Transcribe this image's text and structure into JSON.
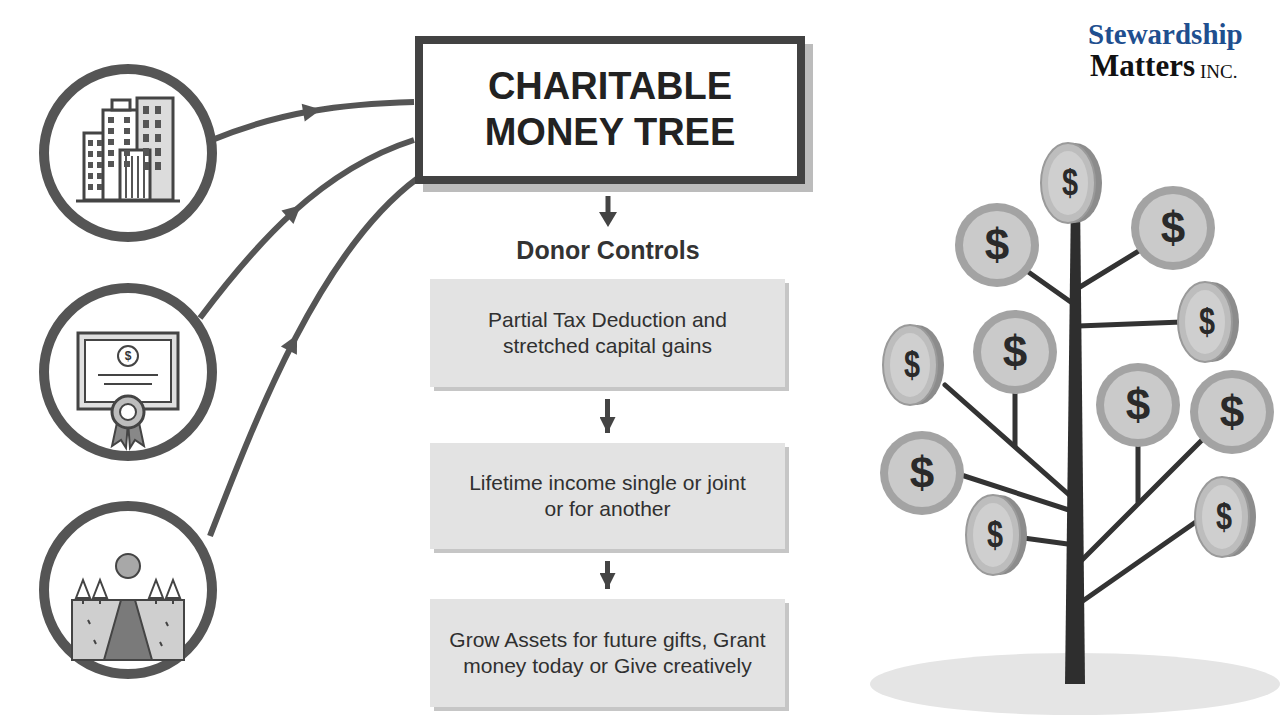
{
  "diagram": {
    "nodes": [
      {
        "text": [
          "CHARITABLE MONEY TREE"
        ]
      },
      {
        "text": [
          "Partial Tax Deduction and stretched capital gains"
        ]
      },
      {
        "text": [
          "Lifetime income single or joint or for another"
        ]
      },
      {
        "text": [
          "Grow Assets for future gifts, Grant money today or Give creatively"
        ]
      }
    ],
    "edges": [
      {
        "from": 1,
        "to": 2,
        "arrow": "to"
      },
      {
        "from": 2,
        "to": 3,
        "arrow": "to"
      }
    ],
    "labels": [
      "Donor Controls",
      "Stewardship",
      "Matters",
      "INC.",
      "$",
      "$",
      "$",
      "$",
      "$",
      "$",
      "$",
      "$",
      "$",
      "$",
      "$",
      "$"
    ]
  }
}
